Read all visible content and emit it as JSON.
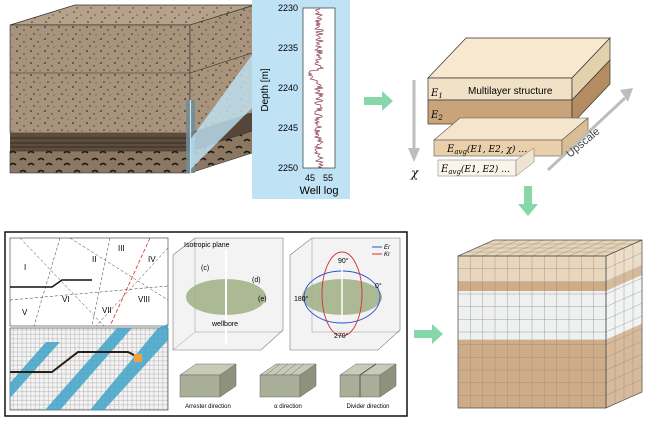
{
  "well_log": {
    "y_label": "Depth [m]",
    "x_label": "Well log",
    "y_ticks": [
      "2230",
      "2235",
      "2240",
      "2245",
      "2250"
    ],
    "x_ticks": [
      "45",
      "55"
    ],
    "color": "#8b3a52"
  },
  "multilayer": {
    "title": "Multilayer structure",
    "e1": "E",
    "e1_sub": "1",
    "e2": "E",
    "e2_sub": "2",
    "avg1_main": "E",
    "avg1_sub": "avg",
    "avg1_args": "(E1, E2, χ) …",
    "avg2_main": "E",
    "avg2_sub": "avg",
    "avg2_args": "(E1, E2) …",
    "chi": "χ",
    "upscale": "Upscale"
  },
  "lower_panel": {
    "regions": [
      "I",
      "II",
      "III",
      "IV",
      "V",
      "VI",
      "VII",
      "VIII"
    ],
    "isotropic_plane": "Isotropic plane",
    "wellbore": "wellbore",
    "callouts": [
      "(c)",
      "(d)",
      "(e)"
    ],
    "angles": [
      "90°",
      "180°",
      "0°",
      "270°"
    ],
    "legend": [
      "Er",
      "Kr"
    ],
    "blocks": [
      "Arrester direction",
      "α direction",
      "Divider direction"
    ]
  },
  "colors": {
    "arrow": "#86d7aa",
    "cube_top": "#e6d3b6",
    "cube_band": "#c9a37a",
    "cube_clear": "#e8ecee",
    "highlight": "#a9d8ee"
  }
}
